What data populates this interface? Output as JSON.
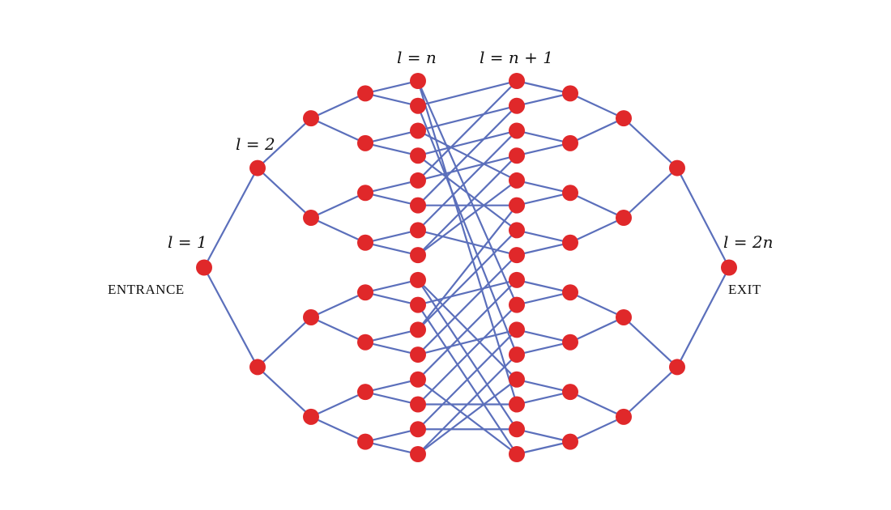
{
  "labels": {
    "level_1": "l = 1",
    "level_2": "l = 2",
    "level_n": "l = n",
    "level_n_plus_1": "l = n + 1",
    "level_2n": "l = 2n",
    "entrance": "ENTRANCE",
    "exit": "EXIT"
  },
  "graph": {
    "tree_depth": 5,
    "leaves_per_tree": 16,
    "middle_edges_a": [
      9,
      0,
      1,
      2,
      3,
      5,
      7,
      4,
      12,
      8,
      6,
      10,
      15,
      13,
      14,
      11
    ],
    "middle_edges_b": [
      13,
      11,
      4,
      6,
      0,
      1,
      2,
      3,
      14,
      15,
      5,
      7,
      8,
      9,
      10,
      12
    ]
  },
  "colors": {
    "node": "#e0282a",
    "edge": "#5b6fbb"
  }
}
